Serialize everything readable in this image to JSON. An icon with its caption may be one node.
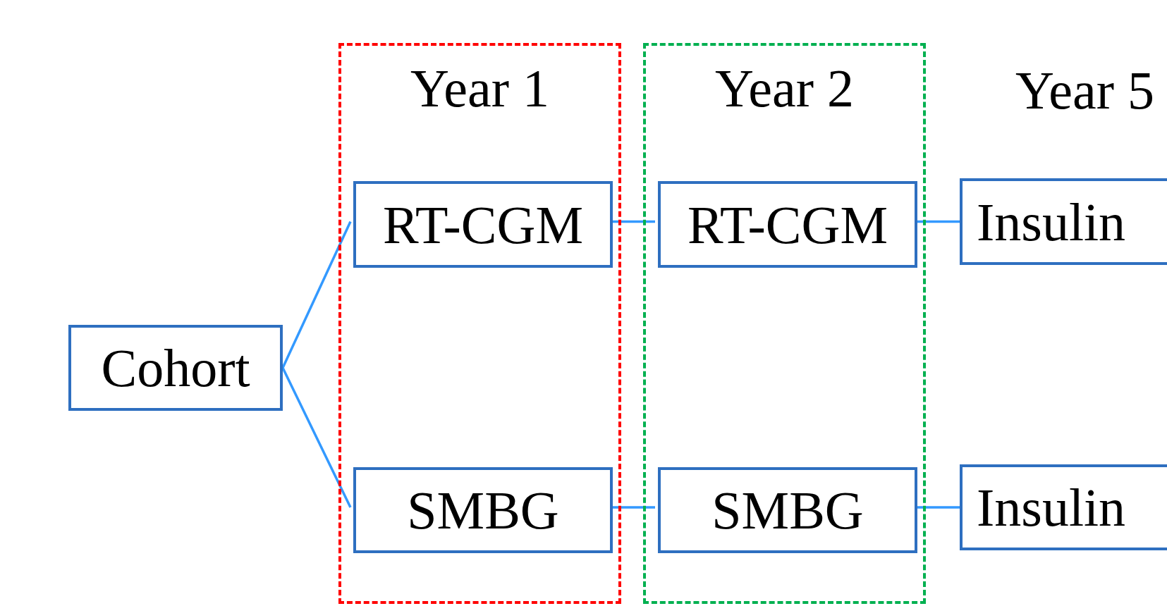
{
  "diagram": {
    "nodes": [
      {
        "text": [
          "Cohort"
        ]
      },
      {
        "text": [
          "Year 1"
        ]
      },
      {
        "text": [
          "RT-CGM"
        ],
        "in": 1
      },
      {
        "text": [
          "SMBG"
        ],
        "in": 1
      },
      {
        "text": [
          "Year 2"
        ]
      },
      {
        "text": [
          "RT-CGM"
        ],
        "in": 4
      },
      {
        "text": [
          "SMBG"
        ],
        "in": 4
      },
      {
        "text": [
          "Insulin"
        ]
      },
      {
        "text": [
          "Insulin"
        ]
      }
    ],
    "edges": [
      {
        "from": 0,
        "to": 2,
        "arrow": "none"
      },
      {
        "from": 0,
        "to": 3,
        "arrow": "none"
      },
      {
        "from": 2,
        "to": 5,
        "arrow": "none"
      },
      {
        "from": 3,
        "to": 6,
        "arrow": "none"
      },
      {
        "from": 5,
        "to": 7,
        "arrow": "none"
      },
      {
        "from": 6,
        "to": 8,
        "arrow": "none"
      }
    ],
    "labels": [
      "Year 5"
    ]
  }
}
